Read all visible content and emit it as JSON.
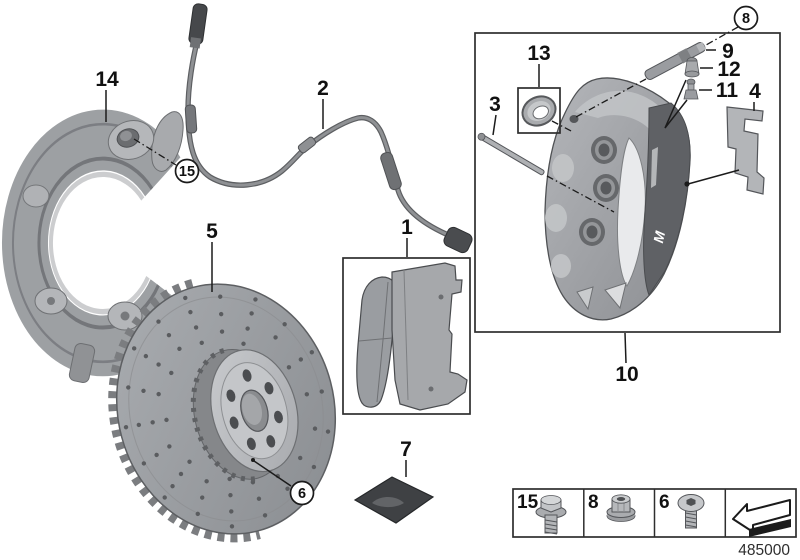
{
  "figure": {
    "drawing_number": "485000"
  },
  "callouts": {
    "n1": "1",
    "n2": "2",
    "n3": "3",
    "n4": "4",
    "n5": "5",
    "n6": "6",
    "n7": "7",
    "n8": "8",
    "n9": "9",
    "n10": "10",
    "n11": "11",
    "n12": "12",
    "n13": "13",
    "n14": "14",
    "n15": "15"
  },
  "legend": {
    "cells": [
      {
        "label": "15",
        "icon": "flange-bolt-icon"
      },
      {
        "label": "8",
        "icon": "flange-nut-icon"
      },
      {
        "label": "6",
        "icon": "countersunk-screw-icon"
      },
      {
        "label": "",
        "icon": "direction-arrow-icon"
      }
    ]
  }
}
